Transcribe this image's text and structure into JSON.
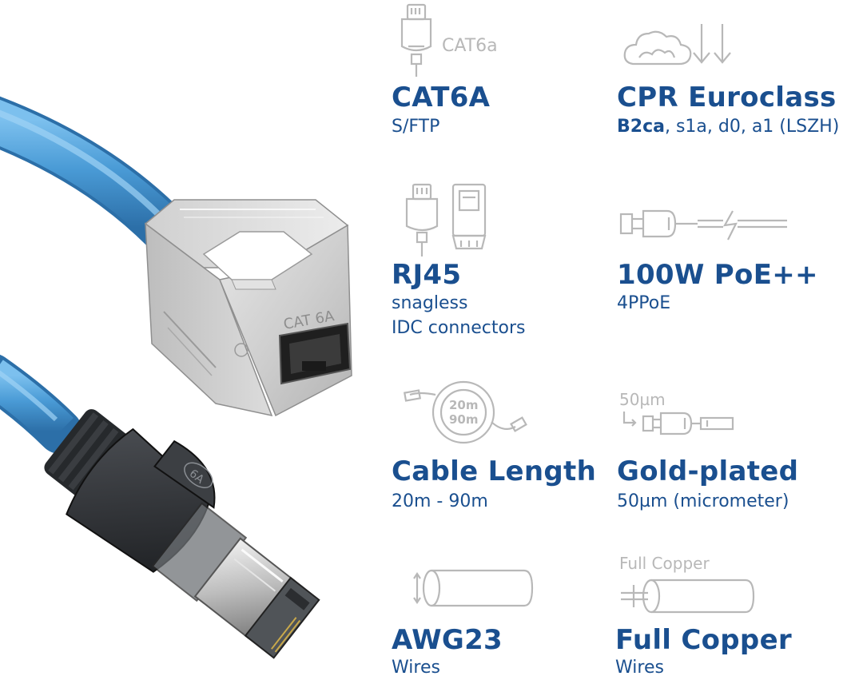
{
  "colors": {
    "brand_blue": "#1a4f8f",
    "icon_gray": "#b8b8b8",
    "cable_blue": "#4a9bd6",
    "keystone_silver": "#c9c9c9",
    "plug_black": "#2d2f32"
  },
  "product_image": {
    "jack_label": "CAT 6A",
    "plug_mark": "6A"
  },
  "features": [
    {
      "icon": "rj45-plug-icon",
      "icon_label": "CAT6a",
      "title": "CAT6A",
      "subtitle": "S/FTP"
    },
    {
      "icon": "cloud-down-arrows-icon",
      "title": "CPR Euroclass",
      "subtitle_bold": "B2ca",
      "subtitle_rest": ", s1a, d0, a1 (LSZH)"
    },
    {
      "icon": "rj45-plug-and-jack-icon",
      "title": "RJ45",
      "subtitle_line1": "snagless",
      "subtitle_line2": "IDC connectors"
    },
    {
      "icon": "power-plug-lightning-icon",
      "title": "100W PoE++",
      "subtitle": "4PPoE"
    },
    {
      "icon": "cable-coil-icon",
      "icon_label_1": "20m",
      "icon_label_2": "90m",
      "title": "Cable Length",
      "subtitle": "20m - 90m"
    },
    {
      "icon": "gold-contact-icon",
      "icon_label": "50µm",
      "title": "Gold-plated",
      "subtitle": "50µm (micrometer)"
    },
    {
      "icon": "wire-gauge-icon",
      "title": "AWG23",
      "subtitle": "Wires"
    },
    {
      "icon": "copper-wire-icon",
      "icon_label": "Full Copper",
      "title": "Full Copper",
      "subtitle": "Wires"
    }
  ]
}
